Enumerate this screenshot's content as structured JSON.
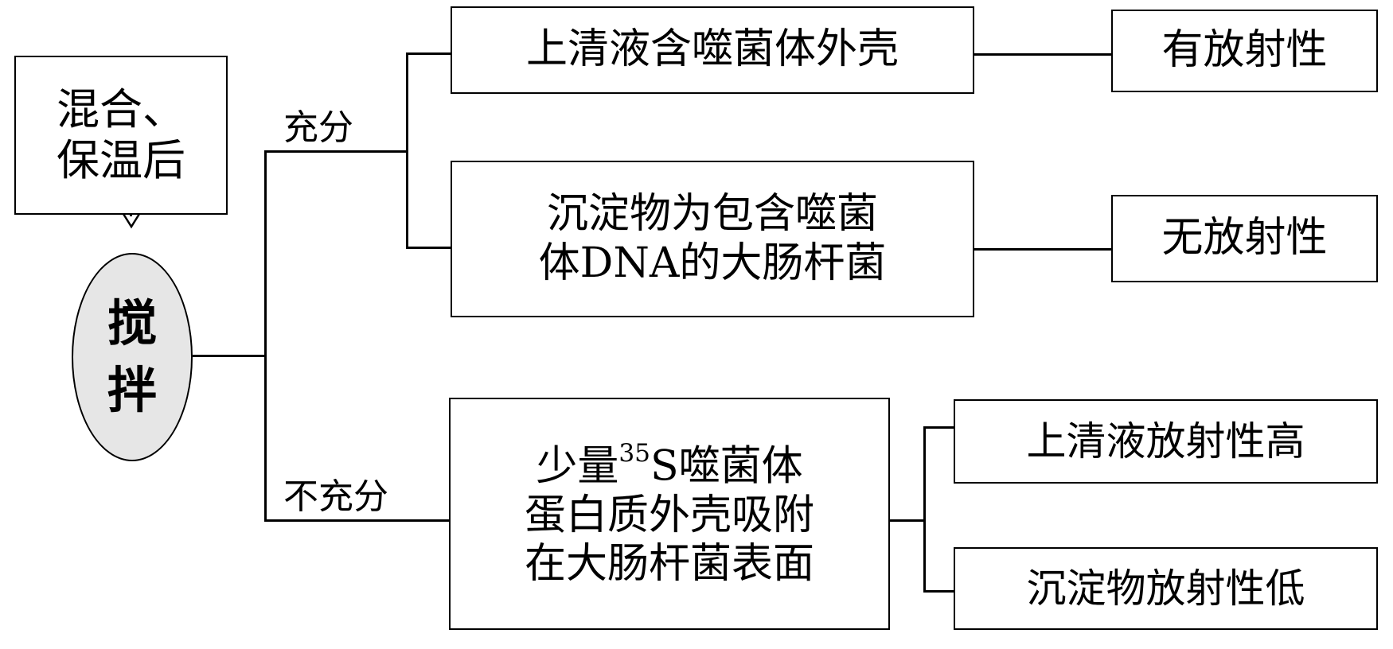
{
  "start_box": {
    "line1": "混合、",
    "line2": "保温后"
  },
  "stir": {
    "char1": "搅",
    "char2": "拌"
  },
  "branch_full": {
    "label": "充分"
  },
  "branch_partial": {
    "label": "不充分"
  },
  "full_top": {
    "text": "上清液含噬菌体外壳",
    "result": "有放射性"
  },
  "full_bottom": {
    "line1": "沉淀物为包含噬菌",
    "line2": "体DNA的大肠杆菌",
    "result": "无放射性"
  },
  "partial": {
    "line1_pre": "少量",
    "line1_sup": "35",
    "line1_post": "S噬菌体",
    "line2": "蛋白质外壳吸附",
    "line3": "在大肠杆菌表面",
    "result_top": "上清液放射性高",
    "result_bottom": "沉淀物放射性低"
  }
}
